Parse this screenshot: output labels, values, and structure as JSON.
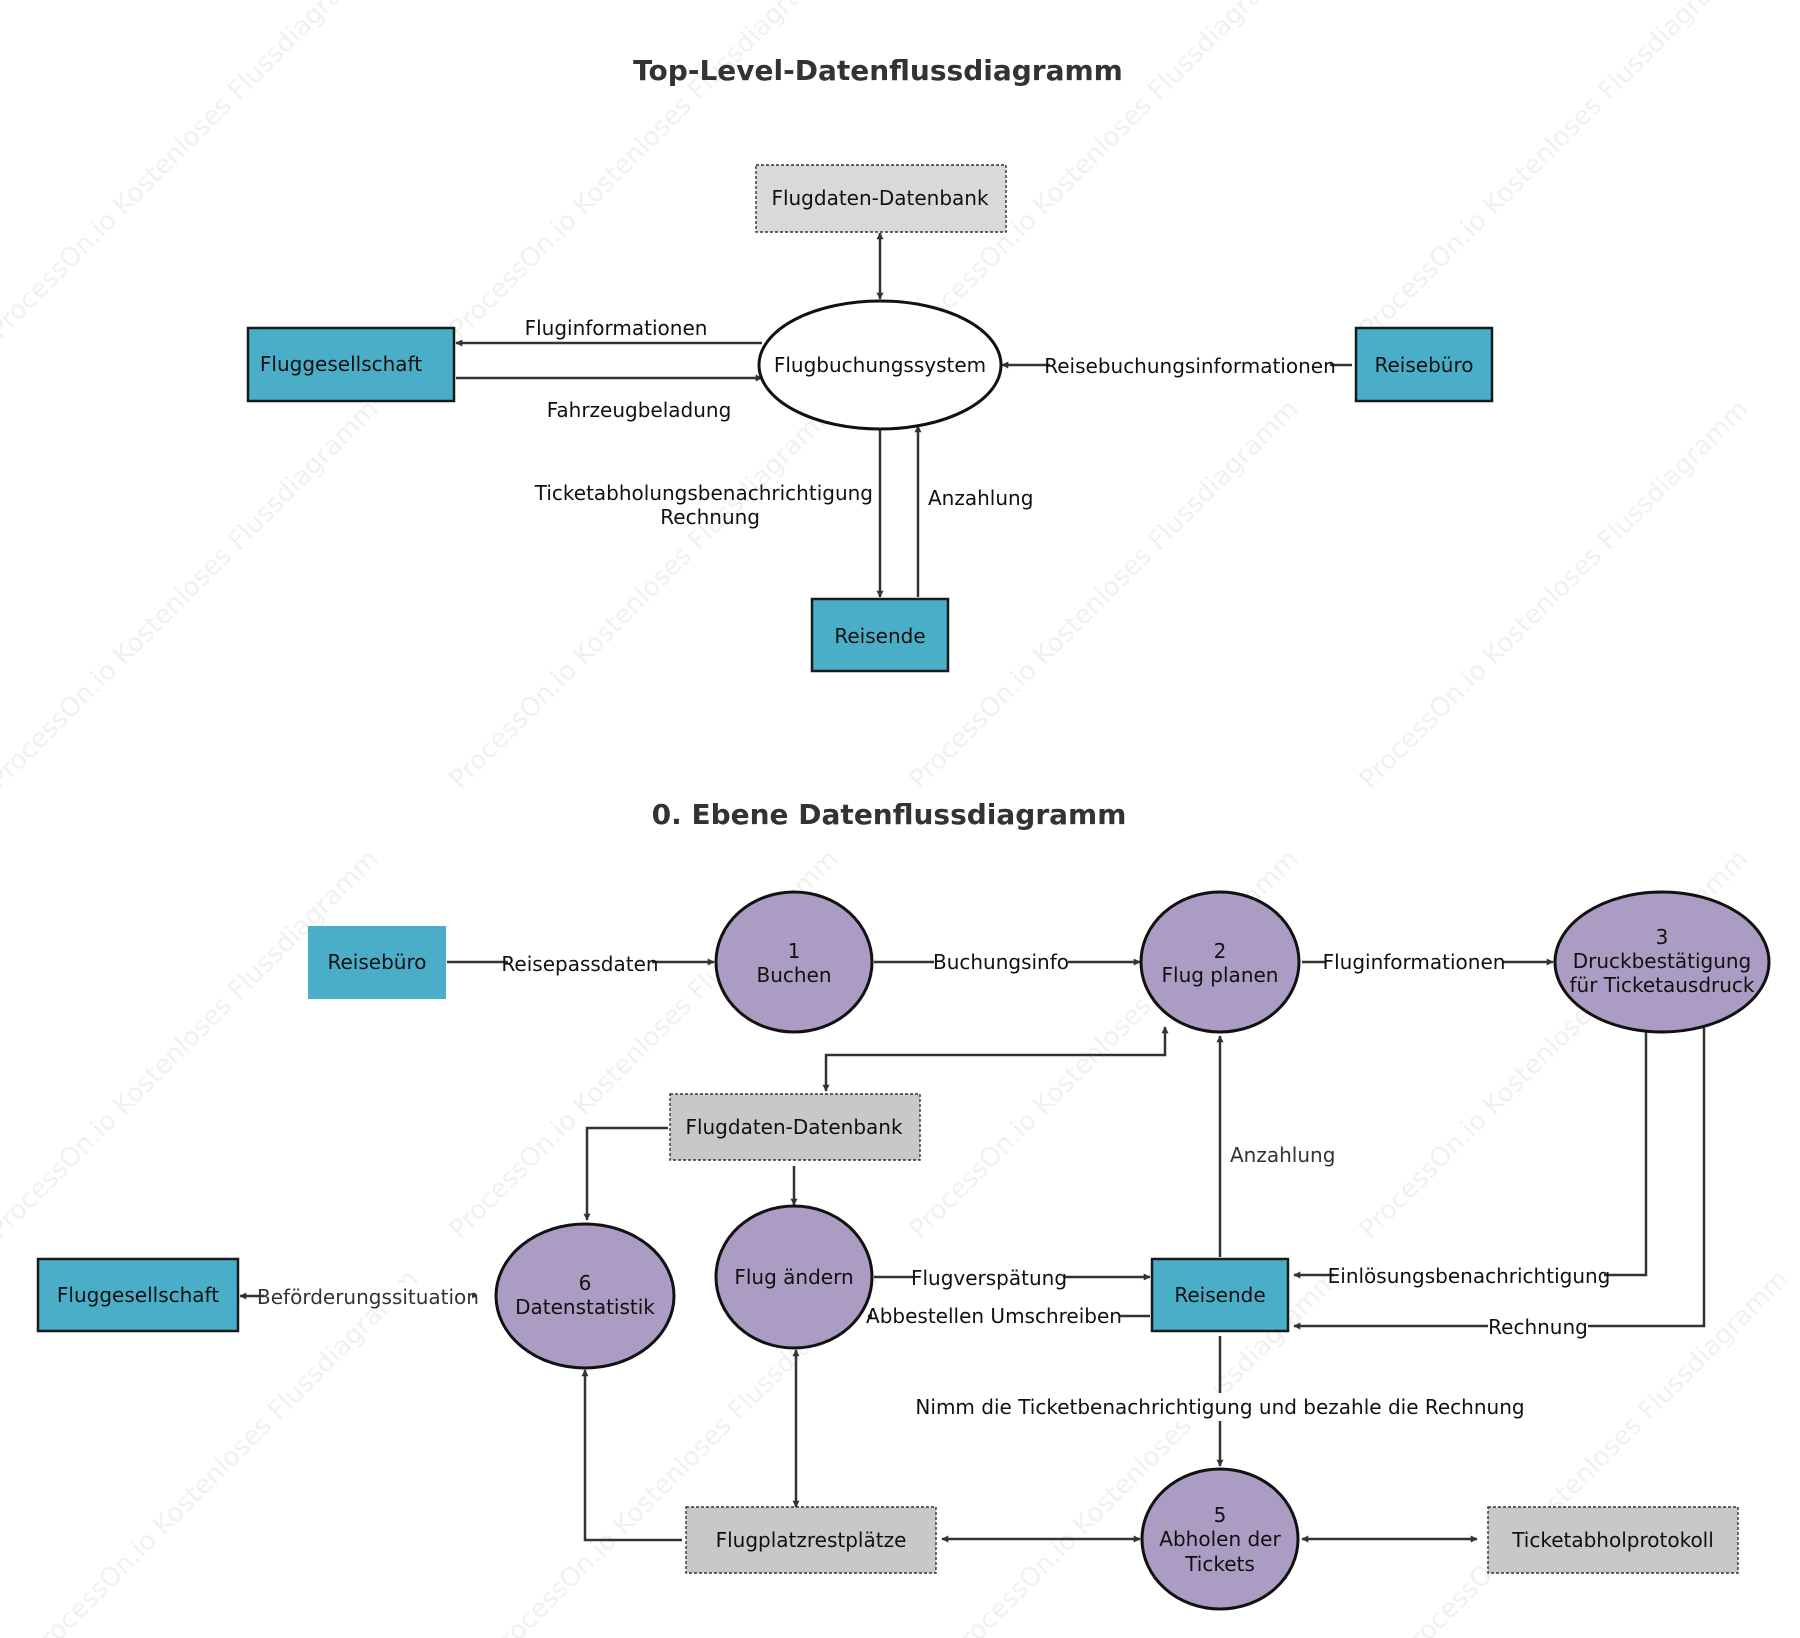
{
  "watermark": "ProcessOn.io Kostenloses Flussdiagramm",
  "colors": {
    "external_entity": "#4BAEC8",
    "data_store": "#C8C8C8",
    "data_store_top": "#D9D9D9",
    "process": "#AA9CC2",
    "system": "#FFFFFF",
    "edge": "#333333"
  },
  "top_level": {
    "title": "Top-Level-Datenflussdiagramm",
    "nodes": {
      "database": "Flugdaten-Datenbank",
      "system": "Flugbuchungssystem",
      "airline": "Fluggesellschaft",
      "agency": "Reisebüro",
      "travelers": "Reisende"
    },
    "flows": {
      "flight_info": "Fluginformationen",
      "vehicle_load": "Fahrzeugbeladung",
      "booking_info": "Reisebuchungsinformationen",
      "ticket_notice": "Ticketabholungsbenachrichtigung",
      "invoice": "Rechnung",
      "deposit": "Anzahlung"
    }
  },
  "level0": {
    "title": "0. Ebene Datenflussdiagramm",
    "nodes": {
      "agency": "Reisebüro",
      "p1_num": "1",
      "p1_name": "Buchen",
      "p2_num": "2",
      "p2_name": "Flug planen",
      "p3_num": "3",
      "p3_line1": "Druckbestätigung",
      "p3_line2": "für Ticketausdruck",
      "database": "Flugdaten-Datenbank",
      "airline": "Fluggesellschaft",
      "p6_num": "6",
      "p6_name": "Datenstatistik",
      "change": "Flug ändern",
      "travelers": "Reisende",
      "seats": "Flugplatzrestplätze",
      "p5_num": "5",
      "p5_line1": "Abholen der",
      "p5_line2": "Tickets",
      "pickup_log": "Ticketabholprotokoll"
    },
    "flows": {
      "passport": "Reisepassdaten",
      "booking_info": "Buchungsinfo",
      "flight_info": "Fluginformationen",
      "deposit": "Anzahlung",
      "redeem_notice": "Einlösungsbenachrichtigung",
      "invoice": "Rechnung",
      "transport_status": "Beförderungssituation",
      "delay": "Flugverspätung",
      "cancel_rebook": "Abbestellen Umschreiben",
      "take_notice_pay": "Nimm die Ticketbenachrichtigung und bezahle die Rechnung"
    }
  }
}
